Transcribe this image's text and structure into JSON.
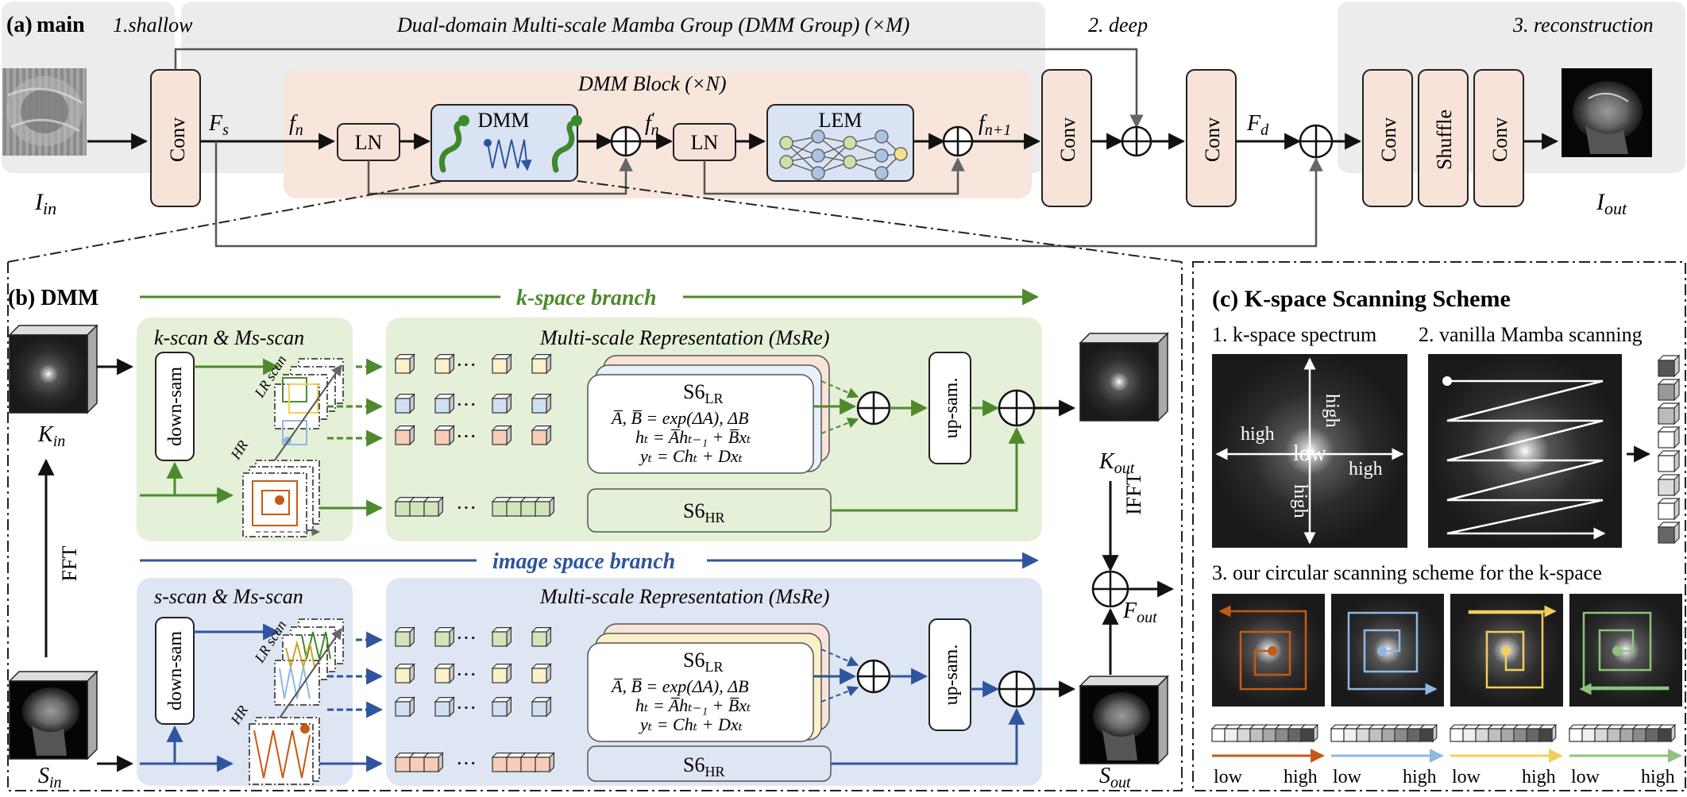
{
  "colors": {
    "panel_gray": "#ececec",
    "dmm_block_bg": "#f8e6dc",
    "conv_fill": "#f8e3d9",
    "kspace_bg": "#e4f0d8",
    "image_bg": "#dfe6f3",
    "green": "#4e8a2c",
    "blue": "#2f559e",
    "orange_arrow": "#c65a14",
    "light_blue_arrow": "#8fb8e0",
    "yellow_arrow": "#f2cf5a",
    "light_green_arrow": "#8bc47a"
  },
  "icons": {
    "input_image": "mri-lowres-image-icon",
    "output_image": "mri-output-image-icon",
    "snake": "snake-icon",
    "cube": "cube-icon"
  },
  "main": {
    "label_a": "(a)",
    "label_main": "main",
    "shallow": "1.shallow",
    "group_title": "Dual-domain Multi-scale Mamba Group (DMM Group) (×M)",
    "deep": "2. deep",
    "reconstruction": "3. reconstruction",
    "block_title": "DMM Block (×N)",
    "conv": "Conv",
    "shuffle": "Shuffle",
    "ln": "LN",
    "dmm": "DMM",
    "lem": "LEM",
    "fs": "F",
    "fs_sub": "s",
    "fn": "f",
    "fn_sub": "n",
    "fn_prime": "f",
    "fn_prime_sup": "'",
    "fn_prime_sub": "n",
    "fn1": "f",
    "fn1_sub": "n+1",
    "fd": "F",
    "fd_sub": "d",
    "iin": "I",
    "iin_sub": "in",
    "iout": "I",
    "iout_sub": "out"
  },
  "dmm_panel": {
    "label_b": "(b) DMM",
    "k_branch": "k-space branch",
    "img_branch": "image space branch",
    "k_scan_title": "k-scan & Ms-scan",
    "s_scan_title": "s-scan & Ms-scan",
    "msre_title": "Multi-scale Representation (MsRe)",
    "down_sam": "down-sam",
    "up_sam": "up-sam.",
    "lr_scan": "LR scan",
    "hr": "HR",
    "dots": "···",
    "s6lr": "S6",
    "s6lr_sub": "LR",
    "s6hr": "S6",
    "s6hr_sub": "HR",
    "eq1": "A̅, B̅ = exp(ΔA), ΔB",
    "eq2": "hₜ = A̅hₜ₋₁ + B̅xₜ",
    "eq3": "yₜ = Chₜ + Dxₜ",
    "fft": "FFT",
    "ifft": "IFFT",
    "kin": "K",
    "kin_sub": "in",
    "kout": "K",
    "kout_sub": "out",
    "sin": "S",
    "sin_sub": "in",
    "sout": "S",
    "sout_sub": "out",
    "fout": "F",
    "fout_sub": "out"
  },
  "scheme_panel": {
    "title": "(c) K-space Scanning Scheme",
    "sub1": "1. k-space spectrum",
    "sub2": "2. vanilla Mamba scanning",
    "sub3": "3. our circular scanning scheme for the k-space",
    "high": "high",
    "low": "low"
  }
}
